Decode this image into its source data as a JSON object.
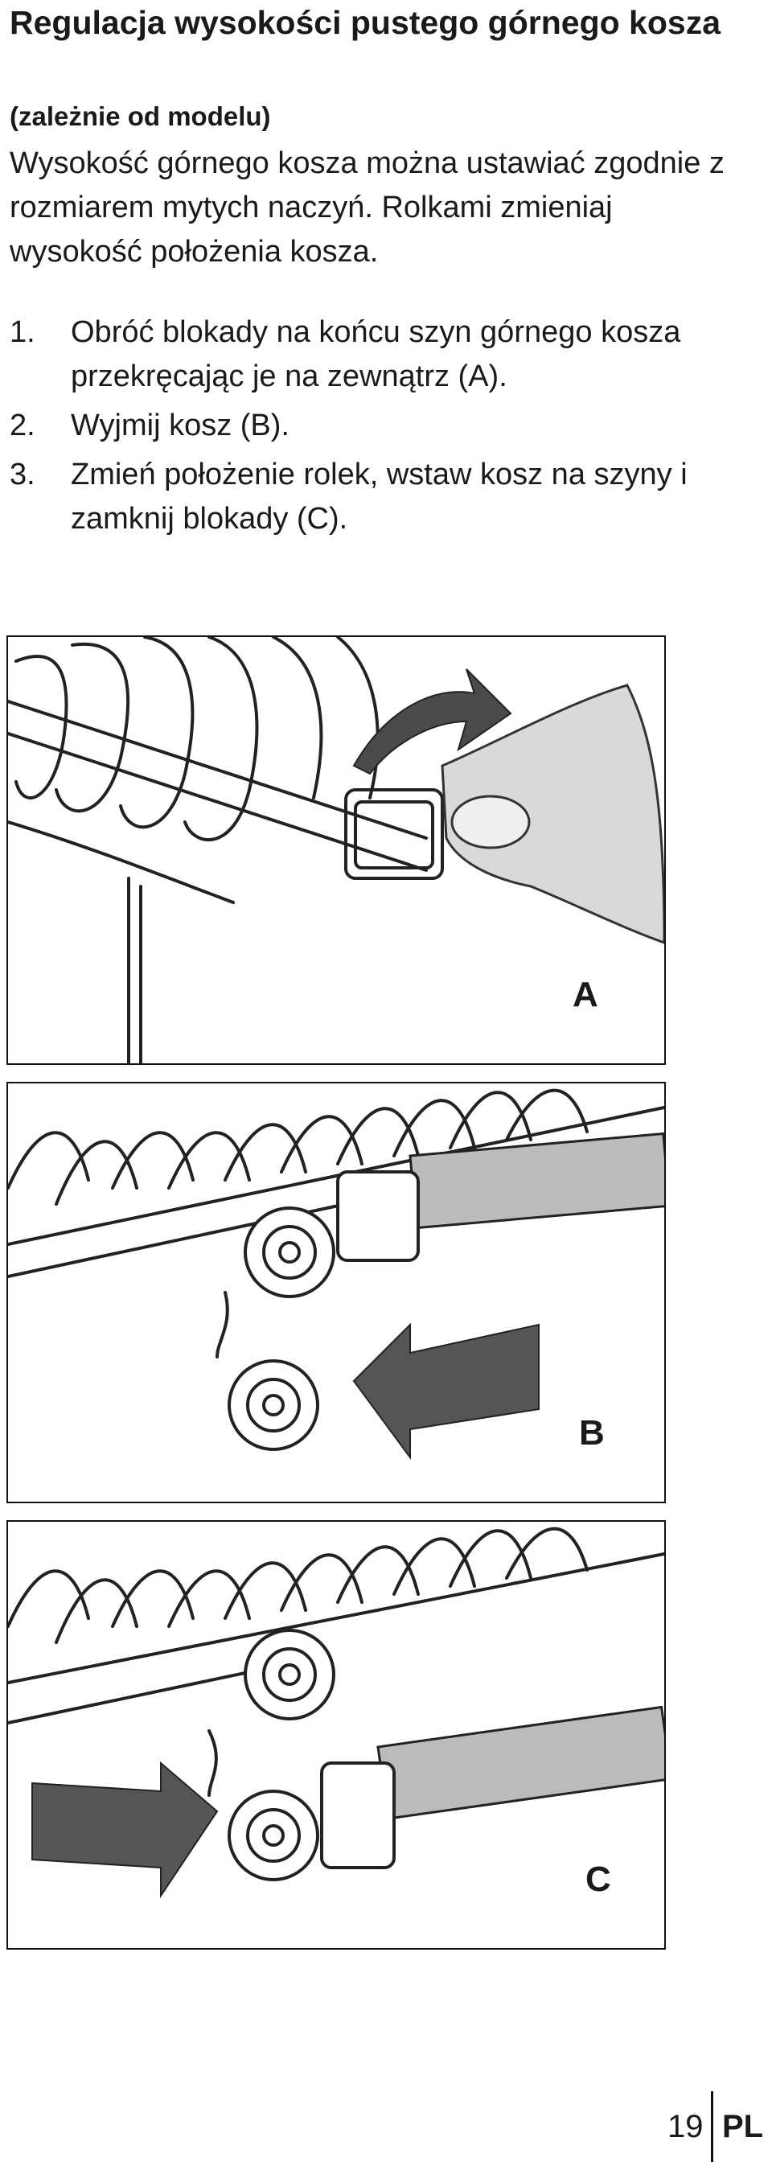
{
  "title": "Regulacja wysokości pustego górnego kosza",
  "subtitle": "(zależnie od modelu)",
  "intro": "Wysokość górnego kosza można ustawiać zgodnie z rozmiarem mytych naczyń. Rolkami zmieniaj wysokość położenia kosza.",
  "steps": [
    {
      "number": "1.",
      "text": "Obróć blokady na końcu szyn górnego kosza przekręcając je na zewnątrz (A)."
    },
    {
      "number": "2.",
      "text": "Wyjmij kosz (B)."
    },
    {
      "number": "3.",
      "text": "Zmień położenie rolek, wstaw kosz na szyny i zamknij blokady (C)."
    }
  ],
  "figures": [
    {
      "label": "A",
      "icon": "curved-arrow-icon"
    },
    {
      "label": "B",
      "icon": "arrow-left-icon"
    },
    {
      "label": "C",
      "icon": "arrow-right-icon"
    }
  ],
  "footer": {
    "page_number": "19",
    "language": "PL"
  }
}
